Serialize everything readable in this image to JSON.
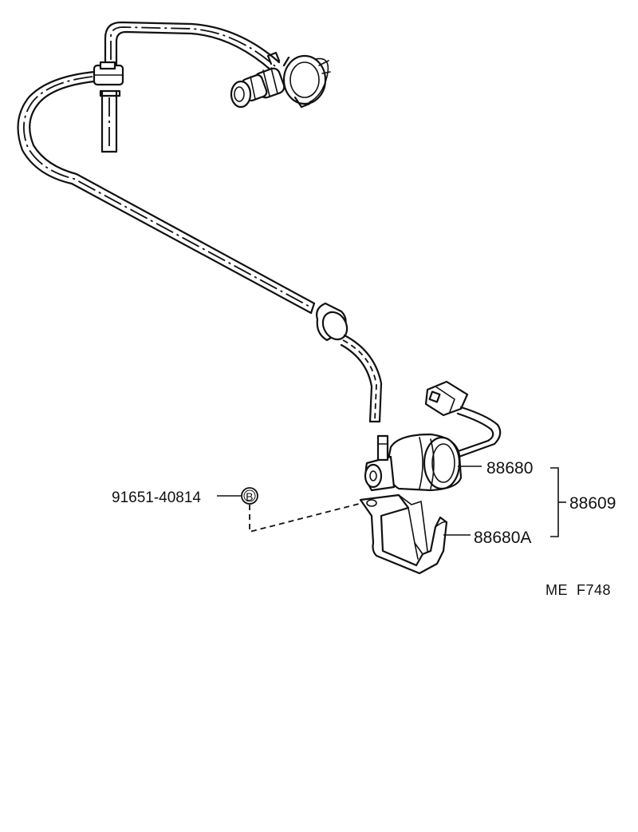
{
  "labels": {
    "bolt_part": "91651-40814",
    "bolt_badge": "B",
    "actuator_part": "88680",
    "bracket_part": "88680A",
    "assembly_part": "88609",
    "figure_code": "ME  F748"
  }
}
